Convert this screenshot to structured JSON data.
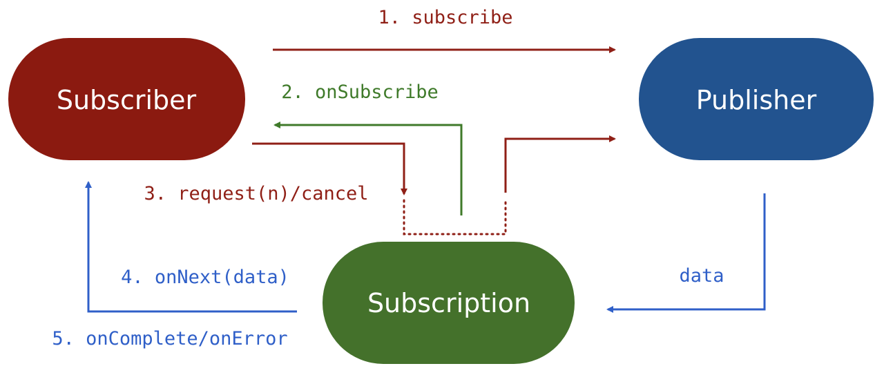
{
  "colors": {
    "subscriber": "#8b1a10",
    "publisher": "#22538f",
    "subscription": "#44712b",
    "red_line": "#8f1f16",
    "green_line": "#3f7a2a",
    "blue_line": "#2f5fc8"
  },
  "nodes": {
    "subscriber": "Subscriber",
    "publisher": "Publisher",
    "subscription": "Subscription"
  },
  "labels": {
    "subscribe": "1. subscribe",
    "on_subscribe": "2. onSubscribe",
    "request_cancel": "3. request(n)/cancel",
    "on_next": "4. onNext(data)",
    "on_complete": "5. onComplete/onError",
    "data": "data"
  }
}
